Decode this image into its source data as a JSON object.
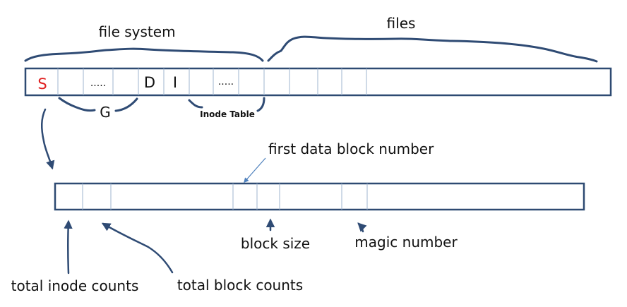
{
  "labels": {
    "file_system": "file system",
    "files": "files",
    "group": "G",
    "inode_table": "Inode Table",
    "first_data_block_number": "first data block number",
    "block_size": "block size",
    "magic_number": "magic number",
    "total_inode_counts": "total inode counts",
    "total_block_counts": "total block counts"
  },
  "top_row": {
    "superblock": "S",
    "dots_1": ".....",
    "descriptor": "D",
    "inode": "I",
    "dots_2": "....."
  },
  "colors": {
    "outline": "#2e4a72",
    "connector": "#2f4b74",
    "superblock_text": "#e02020"
  }
}
